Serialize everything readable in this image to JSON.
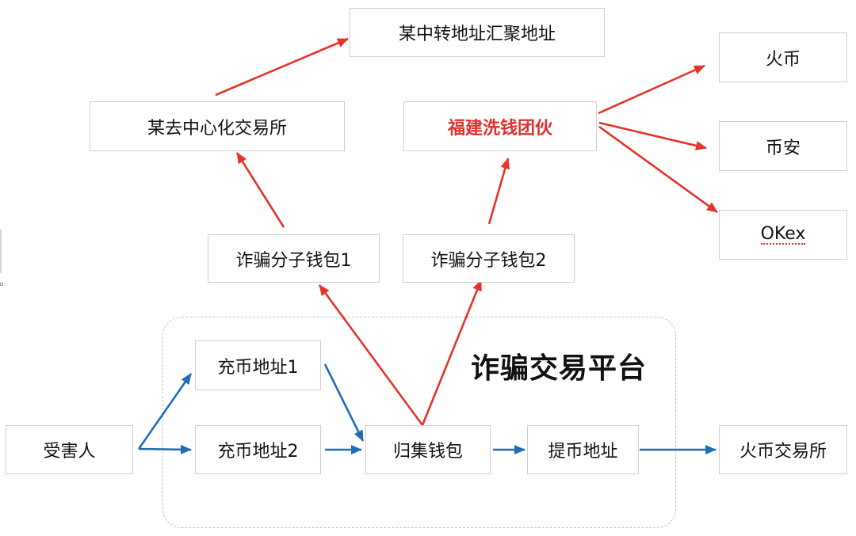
{
  "nodes": {
    "aggregation_address": "某中转地址汇聚地址",
    "decentralized_exchange": "某去中心化交易所",
    "fujian_gang": "福建洗钱团伙",
    "huobi": "火币",
    "binance": "币安",
    "okex": "OKex",
    "scammer_wallet_1": "诈骗分子钱包1",
    "scammer_wallet_2": "诈骗分子钱包2",
    "deposit_address_1": "充币地址1",
    "deposit_address_2": "充币地址2",
    "victim": "受害人",
    "collection_wallet": "归集钱包",
    "withdrawal_address": "提币地址",
    "huobi_exchange": "火币交易所"
  },
  "platform": {
    "title": "诈骗交易平台"
  },
  "colors": {
    "red_arrow": "#e5332a",
    "blue_arrow": "#1f6db4",
    "highlight_text": "#e0302a",
    "box_border": "#cfcfcf"
  }
}
